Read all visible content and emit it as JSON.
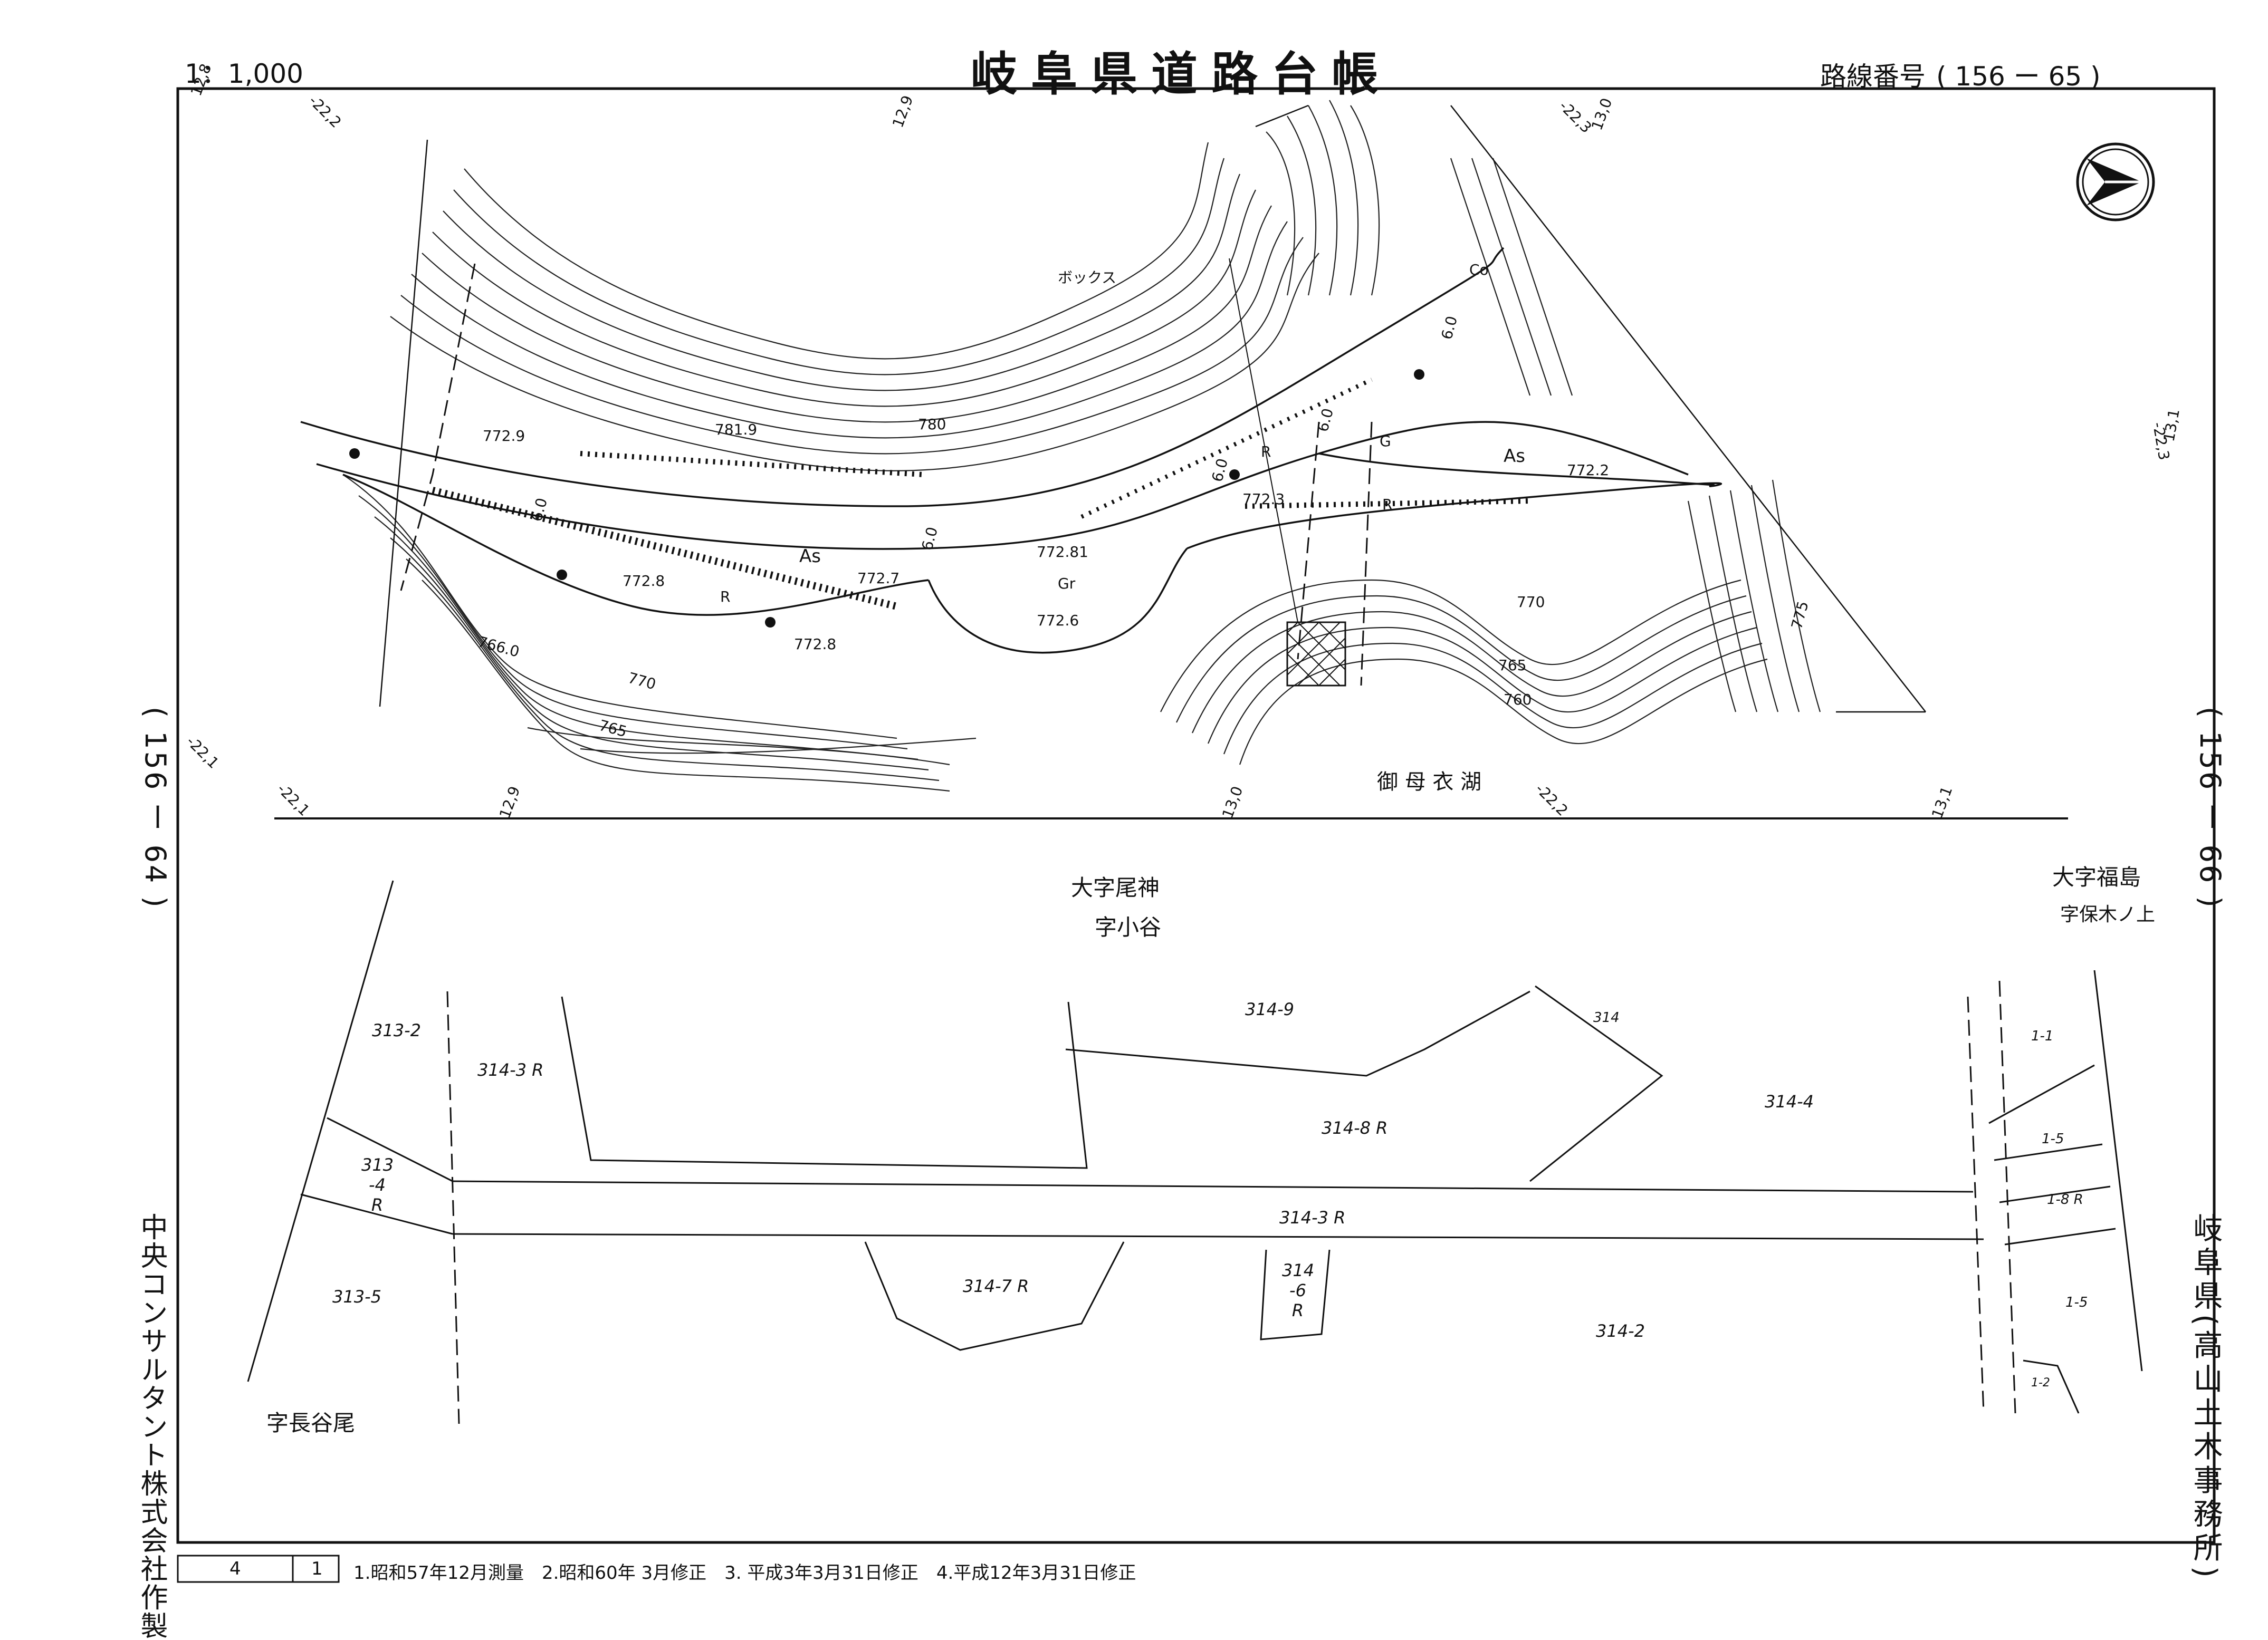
{
  "header": {
    "scale": "1：1,000",
    "title": "岐阜県道路台帳",
    "route_label": "路線番号",
    "route_number": "( 156 ー 65 )"
  },
  "sheet_refs": {
    "left": "( 156 ー 64 )",
    "right": "( 156 ー 66 )"
  },
  "vertical_text": {
    "left_maker": "中央コンサルタント株式会社作製",
    "right_office": "岐阜県(高山土木事務所)"
  },
  "map": {
    "upper": {
      "grid_ticks": [
        "12,8",
        "-22,2",
        "12,9",
        "-22,3",
        "13,0",
        "13,1",
        "-22,3"
      ],
      "box_label": "ボックス",
      "surface_labels": [
        "As",
        "As",
        "Gr",
        "G",
        "Co",
        "R",
        "R",
        "R"
      ],
      "elevations": [
        "772.9",
        "781.9",
        "780",
        "772.3",
        "772.2",
        "772.8",
        "772.7",
        "772.81",
        "772.6",
        "772.8",
        "766.0",
        "770",
        "765",
        "770",
        "765",
        "760",
        "775"
      ],
      "widths": [
        "6.0",
        "6.0",
        "6.0",
        "6.0",
        "6.0"
      ],
      "lake": "御 母 衣 湖"
    },
    "axis": {
      "ticks": [
        "-22,1",
        "-22,1",
        "12,9",
        "13,0",
        "-22,2",
        "13,1"
      ]
    },
    "lower": {
      "district_left": "大字尾神",
      "subdistrict_left": "字小谷",
      "district_right": "大字福島",
      "subdistrict_right": "字保木ノ上",
      "subdistrict_bottom_left": "字長谷尾",
      "parcels": [
        "313-2",
        "314-3 R",
        "314-9",
        "314",
        "314-4",
        "313 -4 R",
        "314-8 R",
        "314-3 R",
        "313-5",
        "314-7 R",
        "314 -6 R",
        "314-2",
        "1-1",
        "1-5",
        "1-8 R",
        "1-5",
        "1-2"
      ]
    }
  },
  "footer": {
    "sheet_no": "4",
    "sheet_sub": "1",
    "revisions": "1.昭和57年12月測量　2.昭和60年 3月修正　3. 平成3年3月31日修正　4.平成12年3月31日修正"
  },
  "north_icon": "north-arrow-icon"
}
